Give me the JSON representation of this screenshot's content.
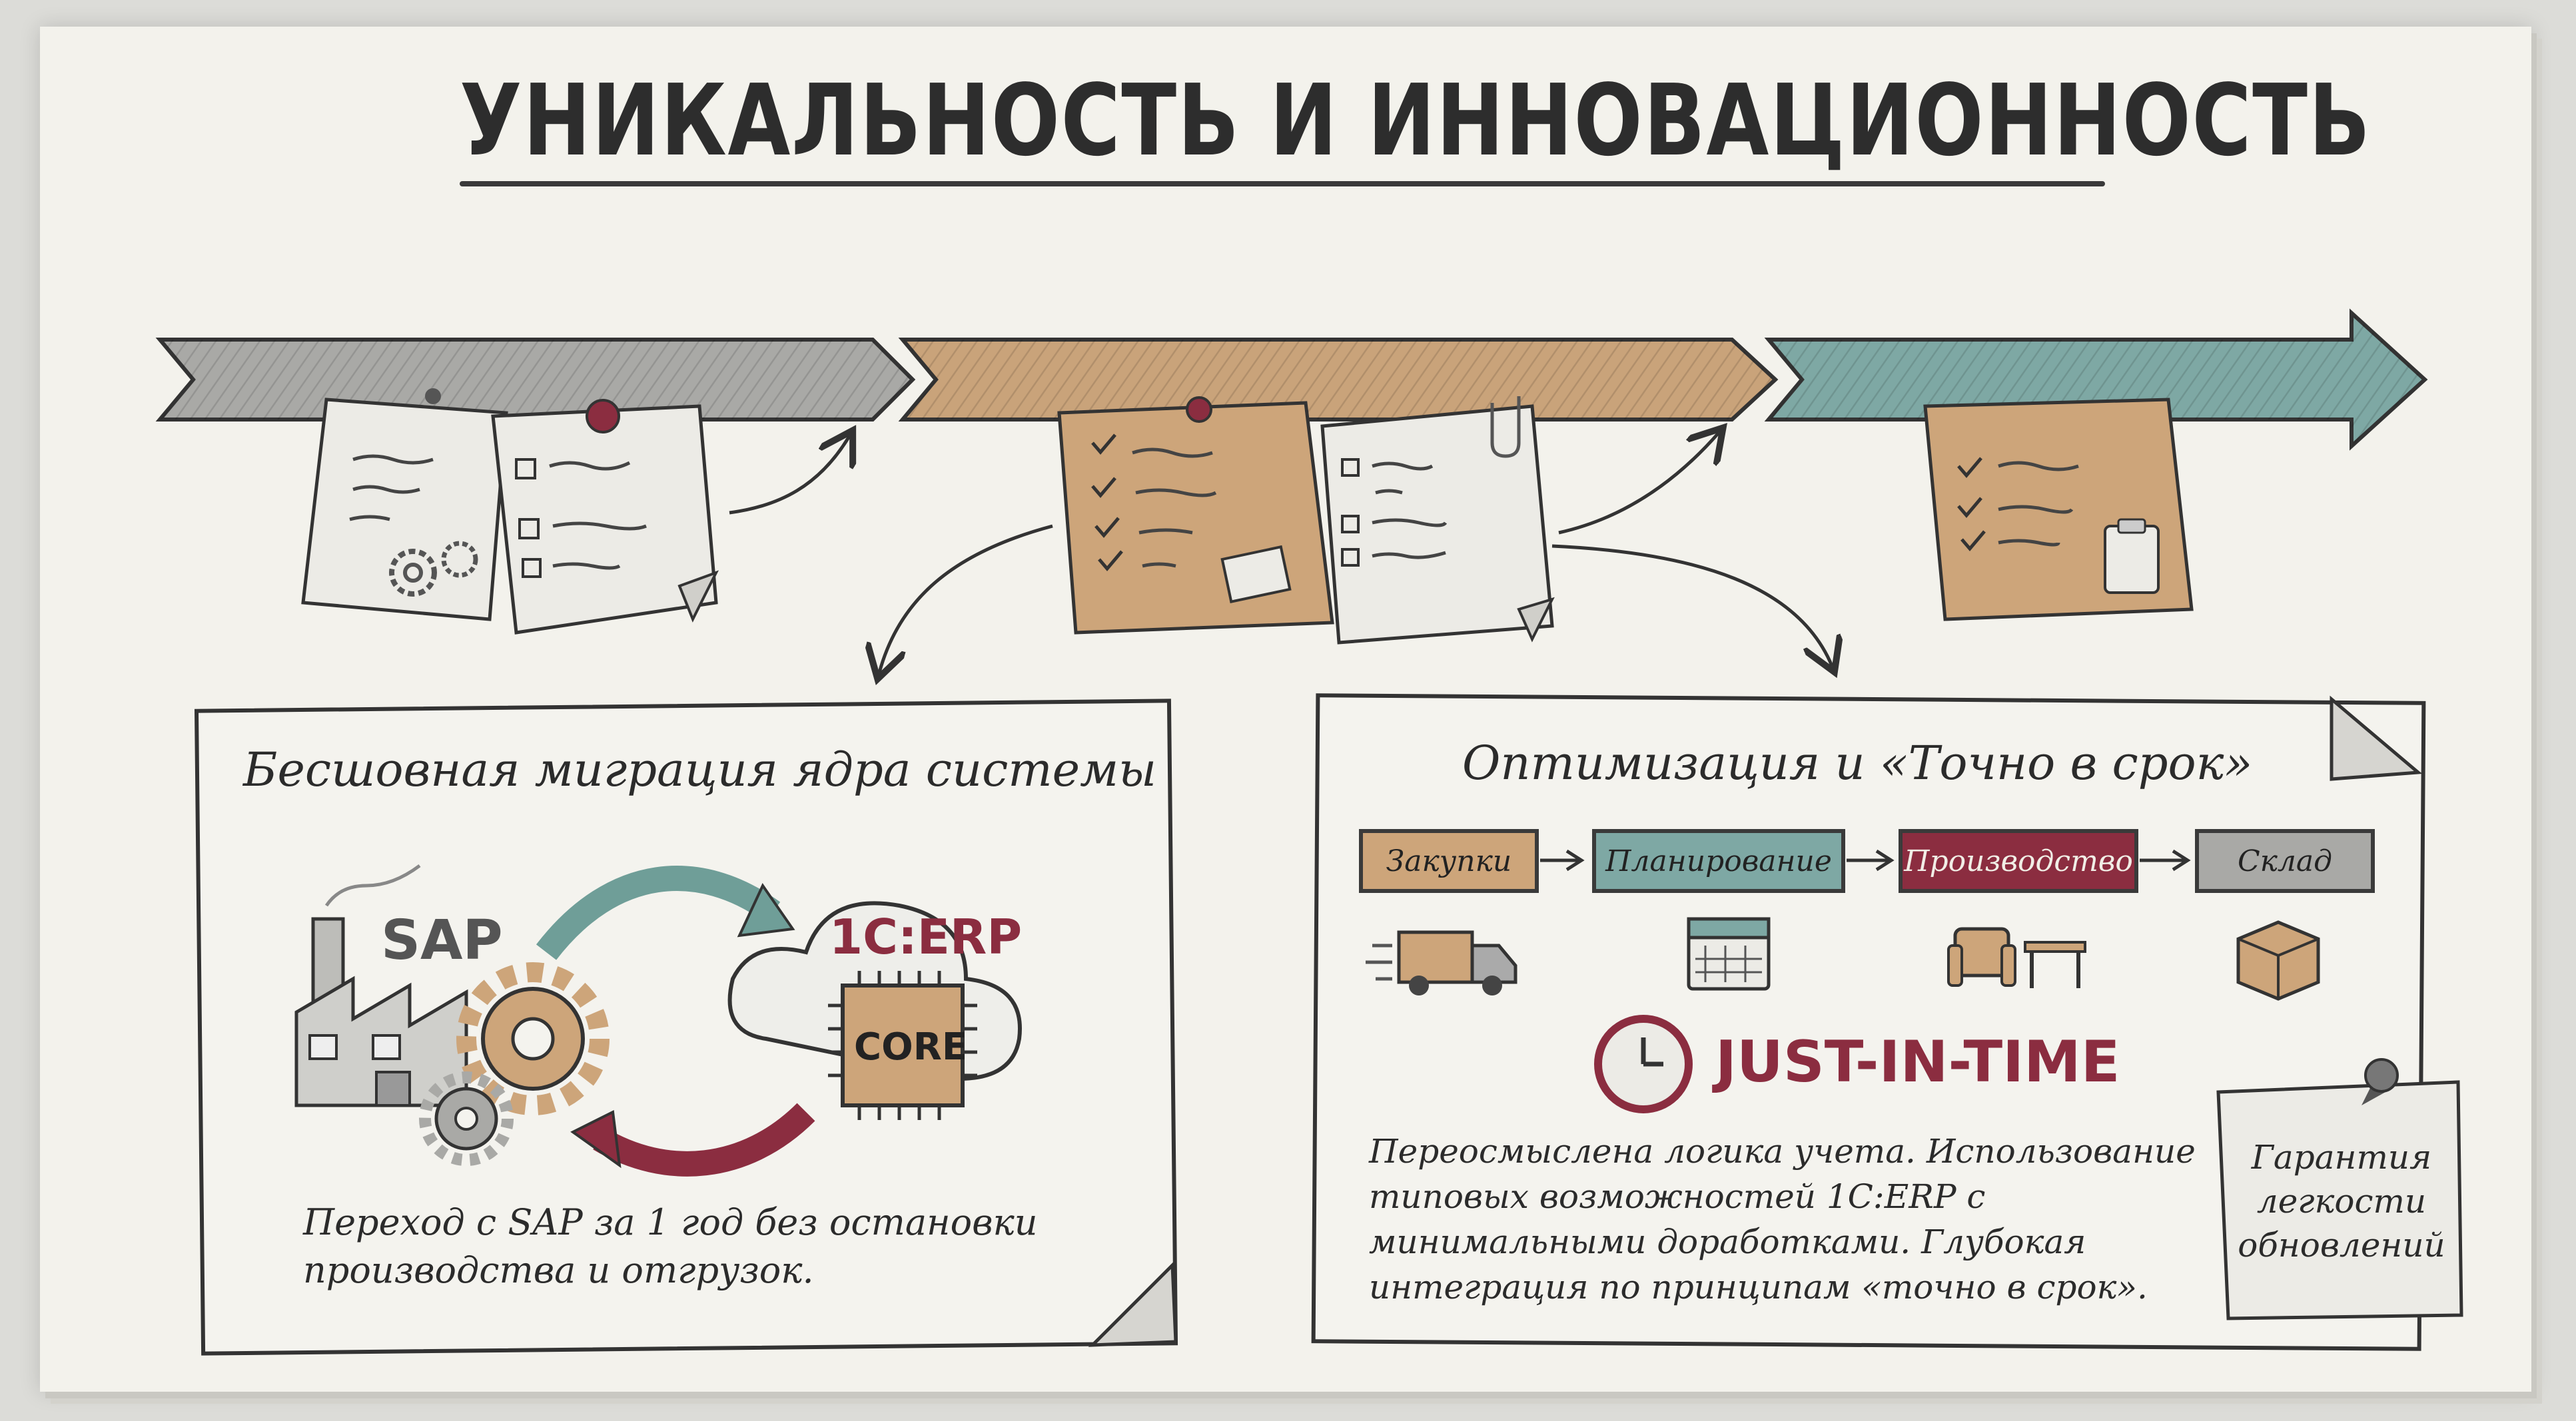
{
  "title": "УНИКАЛЬНОСТЬ И ИННОВАЦИОННОСТЬ",
  "colors": {
    "arrow_gray": "#a9a9a6",
    "arrow_tan": "#c9a37a",
    "arrow_teal": "#7ea8a4",
    "note_tan": "#cda57a",
    "note_white": "#ecebe6",
    "accent_maroon": "#8b2d40",
    "accent_teal": "#6f9e98"
  },
  "migration": {
    "title": "Бесшовная миграция ядра системы",
    "sap_label": "SAP",
    "erp_label": "1С:ERP",
    "core_label": "CORE",
    "description": "Переход с SAP за 1 год без остановки производства и отгрузок."
  },
  "optimization": {
    "title": "Оптимизация и «Точно в срок»",
    "stages": [
      {
        "label": "Закупки",
        "color": "#cda57a",
        "icon": "truck-icon"
      },
      {
        "label": "Планирование",
        "color": "#7ea8a4",
        "icon": "calendar-icon"
      },
      {
        "label": "Производство",
        "color": "#8b2d40",
        "icon": "furniture-icon"
      },
      {
        "label": "Склад",
        "color": "#a9a9a6",
        "icon": "box-icon"
      }
    ],
    "jit_label": "JUST-IN-TIME",
    "description": "Переосмыслена логика учета. Использование типовых возможностей 1С:ERP с минимальными доработками. Глубокая интеграция по принципам «точно в срок»."
  },
  "note": {
    "text": "Гарантия легкости обновлений"
  }
}
